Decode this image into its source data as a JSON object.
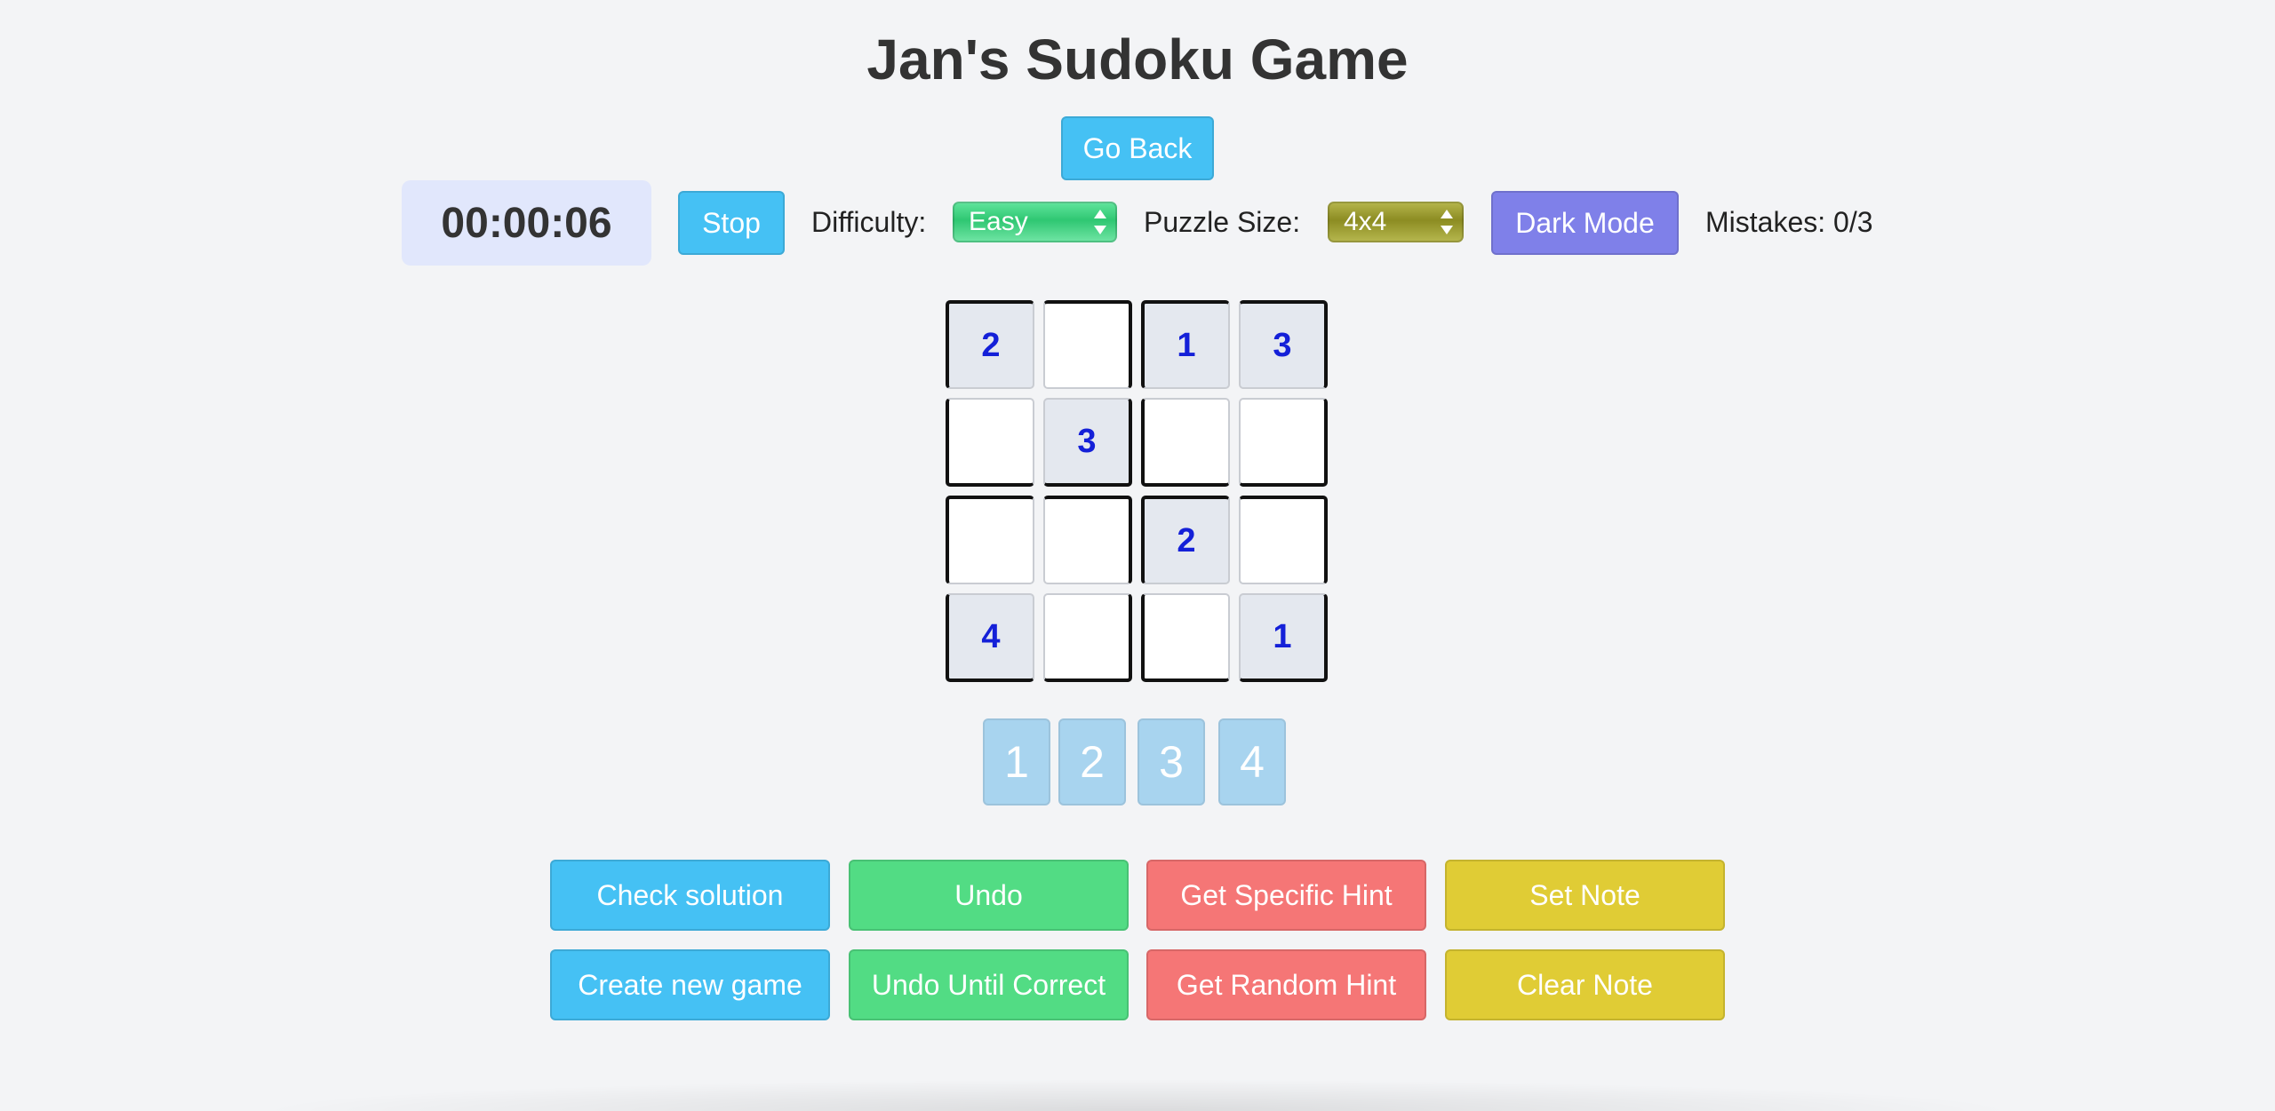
{
  "title": "Jan's Sudoku Game",
  "go_back_label": "Go Back",
  "toolbar": {
    "timer": "00:00:06",
    "stop_label": "Stop",
    "difficulty_label": "Difficulty:",
    "difficulty_value": "Easy",
    "size_label": "Puzzle Size:",
    "size_value": "4x4",
    "dark_mode_label": "Dark Mode",
    "mistakes": "Mistakes: 0/3"
  },
  "board": {
    "size": 4,
    "cells": [
      [
        "2",
        "",
        "1",
        "3"
      ],
      [
        "",
        "3",
        "",
        ""
      ],
      [
        "",
        "",
        "2",
        ""
      ],
      [
        "4",
        "",
        "",
        "1"
      ]
    ]
  },
  "numpad": [
    "1",
    "2",
    "3",
    "4"
  ],
  "actions": {
    "check_solution": "Check solution",
    "undo": "Undo",
    "specific_hint": "Get Specific Hint",
    "set_note": "Set Note",
    "new_game": "Create new game",
    "undo_until_correct": "Undo Until Correct",
    "random_hint": "Get Random Hint",
    "clear_note": "Clear Note"
  },
  "colors": {
    "primary_blue": "#45c1f4",
    "green": "#52dc84",
    "red": "#f57676",
    "yellow": "#e0cc35",
    "purple": "#7f80e9",
    "given_digit": "#1420d8"
  }
}
